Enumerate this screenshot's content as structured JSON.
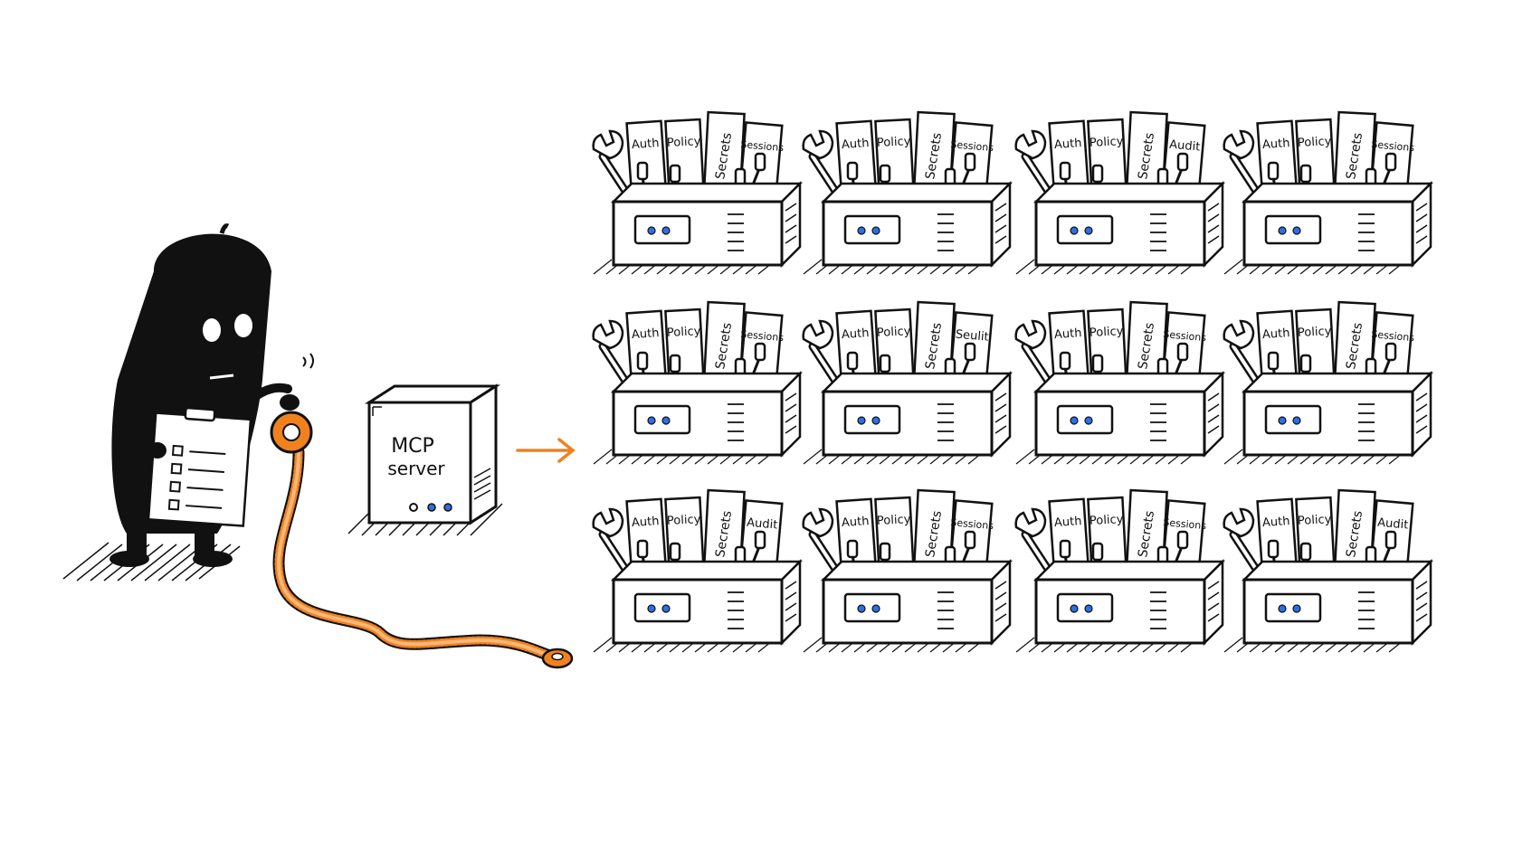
{
  "colors": {
    "ink": "#111111",
    "paper": "#ffffff",
    "accent_orange": "#f0821e",
    "led_blue": "#2f6fe0"
  },
  "server": {
    "label_line1": "MCP",
    "label_line2": "server"
  },
  "figure": {
    "icon": "blob-character-icon",
    "holds": [
      "clipboard-checklist-icon",
      "measuring-tape-icon"
    ]
  },
  "toolboxes": [
    {
      "labels": [
        "Auth",
        "Policy",
        "Secrets",
        "Sessions"
      ]
    },
    {
      "labels": [
        "Auth",
        "Policy",
        "Secrets",
        "Sessions"
      ]
    },
    {
      "labels": [
        "Auth",
        "Policy",
        "Secrets",
        "Audit"
      ]
    },
    {
      "labels": [
        "Auth",
        "Policy",
        "Secrets",
        "Sessions"
      ]
    },
    {
      "labels": [
        "Auth",
        "Policy",
        "Secrets",
        "Sessions"
      ]
    },
    {
      "labels": [
        "Auth",
        "Policy",
        "Secrets",
        "Seulit"
      ]
    },
    {
      "labels": [
        "Auth",
        "Policy",
        "Secrets",
        "Sessions"
      ]
    },
    {
      "labels": [
        "Auth",
        "Policy",
        "Secrets",
        "Sessions"
      ]
    },
    {
      "labels": [
        "Auth",
        "Policy",
        "Secrets",
        "Audit"
      ]
    },
    {
      "labels": [
        "Auth",
        "Policy",
        "Secrets",
        "Sessions"
      ]
    },
    {
      "labels": [
        "Auth",
        "Policy",
        "Secrets",
        "Sessions"
      ]
    },
    {
      "labels": [
        "Auth",
        "Policy",
        "Secrets",
        "Audit"
      ]
    }
  ]
}
